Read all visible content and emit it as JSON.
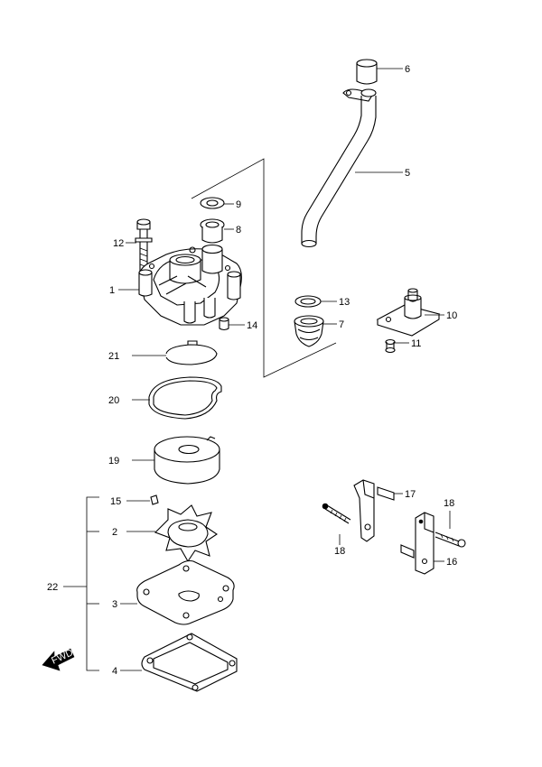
{
  "callouts": {
    "p1": "1",
    "p2": "2",
    "p3": "3",
    "p4": "4",
    "p5": "5",
    "p6": "6",
    "p7": "7",
    "p8": "8",
    "p9": "9",
    "p10": "10",
    "p11": "11",
    "p12": "12",
    "p13": "13",
    "p14": "14",
    "p15": "15",
    "p16": "16",
    "p17": "17",
    "p18a": "18",
    "p18b": "18",
    "p19": "19",
    "p20": "20",
    "p21": "21",
    "p22": "22"
  },
  "fwd_label": "FWD"
}
